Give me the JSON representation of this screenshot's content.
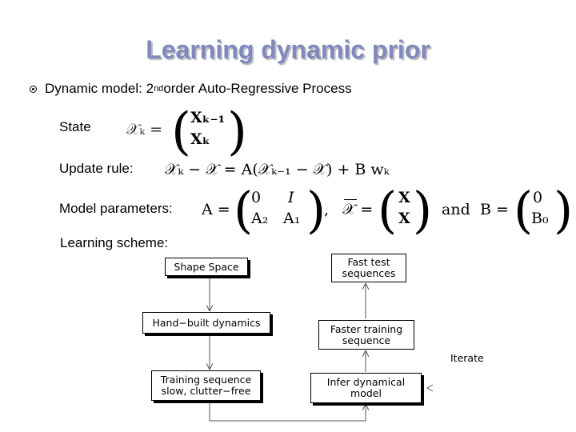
{
  "title": "Learning dynamic prior",
  "bullet": {
    "text_before": "Dynamic model: 2",
    "superscript": "nd",
    "text_after": " order Auto-Regressive Process"
  },
  "labels": {
    "state": "State",
    "update_rule": "Update rule:",
    "model_parameters": "Model parameters:",
    "learning_scheme": "Learning scheme:"
  },
  "equations": {
    "state_lhs": "𝒳ₖ =",
    "state_top": "Xₖ₋₁",
    "state_bottom": "Xₖ",
    "update": "𝒳ₖ − 𝒳 = A(𝒳ₖ₋₁ − 𝒳) + B wₖ",
    "a_lhs": "A =",
    "a_r1": [
      "0",
      "I"
    ],
    "a_r2": [
      "A₂",
      "A₁"
    ],
    "comma": ",",
    "xbar_lhs": "𝒳 =",
    "xbar_top": "X",
    "xbar_bottom": "X",
    "and": "and",
    "b_lhs": "B =",
    "b_top": "0",
    "b_bottom": "B₀"
  },
  "diagram": {
    "shape_space": "Shape Space",
    "hand_built": "Hand−built dynamics",
    "training_seq_1": "Training sequence",
    "training_seq_2": "slow, clutter−free",
    "fast_test_1": "Fast test",
    "fast_test_2": "sequences",
    "faster_training_1": "Faster training",
    "faster_training_2": "sequence",
    "infer_1": "Infer dynamical",
    "infer_2": "model",
    "iterate": "Iterate"
  }
}
